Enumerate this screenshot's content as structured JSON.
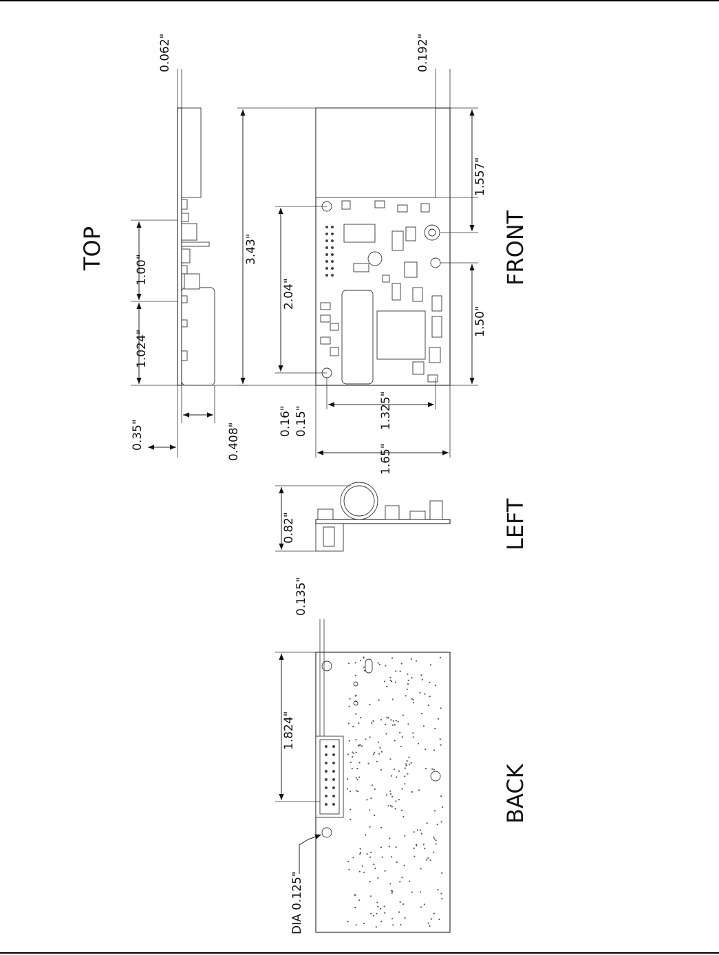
{
  "views": {
    "top": "TOP",
    "front": "FRONT",
    "left": "LEFT",
    "back": "BACK"
  },
  "dimensions": {
    "top": {
      "board_thickness": "0.062\"",
      "length_a": "1.00\"",
      "length_b": "1.024\"",
      "height_a": "0.35\"",
      "height_b": "0.408\""
    },
    "front": {
      "overall_length": "3.43\"",
      "hole_spacing": "2.04\"",
      "offset_top": "0.192\"",
      "upper_section": "1.557\"",
      "lower_section": "1.50\"",
      "edge_a": "0.16\"",
      "edge_b": "0.15\"",
      "hole_offset": "1.325\"",
      "overall_width": "1.65\""
    },
    "left": {
      "height": "0.82\""
    },
    "back": {
      "connector_offset": "0.135\"",
      "connector_length": "1.824\"",
      "hole_diameter": "DIA 0.125\""
    }
  }
}
